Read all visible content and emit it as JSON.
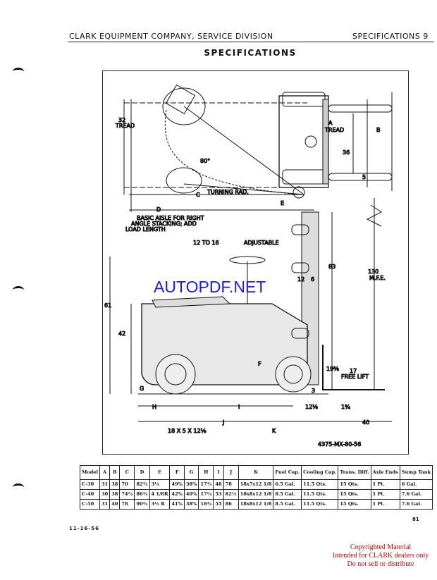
{
  "header": {
    "left": "CLARK EQUIPMENT COMPANY, SERVICE DIVISION",
    "right": "SPECIFICATIONS 9"
  },
  "title": "SPECIFICATIONS",
  "drawing": {
    "labels": {
      "tread_32": "32",
      "tread_32_word": "TREAD",
      "a": "A",
      "a_tread": "TREAD",
      "b": "B",
      "d36": "36",
      "d5": "5",
      "angle": "80°",
      "c": "C",
      "turning_rad": "TURNING RAD.",
      "e": "E",
      "d": "D",
      "aisle1": "BASIC AISLE FOR RIGHT",
      "aisle2": "ANGLE STACKING; ADD",
      "aisle3": "LOAD LENGTH",
      "steer": "12 TO 16",
      "adjustable": "ADJUSTABLE",
      "d83": "83",
      "d130": "130",
      "mfe": "M.F.E.",
      "d12": "12",
      "d6": "6",
      "d61": "61",
      "d42": "42",
      "d19": "19⅜",
      "d17": "17",
      "free_lift": "FREE LIFT",
      "f": "F",
      "g": "G",
      "d3": "3",
      "h": "H",
      "i": "I",
      "d12b": "12⅛",
      "d134": "1¾",
      "j": "J",
      "d40": "40",
      "tire": "18 X 5 X 12⅛",
      "k": "K",
      "drawing_no": "4375-MX-80-56"
    },
    "watermark": "AUTOPDF.NET"
  },
  "table": {
    "headers": [
      "Model",
      "A",
      "B",
      "C",
      "D",
      "E",
      "F",
      "G",
      "H",
      "I",
      "J",
      "K",
      "Fuel Cap.",
      "Cooling Cap.",
      "Trans. Diff.",
      "Axle Ends",
      "Sump Tank"
    ],
    "rows": [
      [
        "C-30",
        "31",
        "38",
        "70",
        "82¾",
        "3¼",
        "49%",
        "38%",
        "17¾",
        "48",
        "78",
        "18x7x12 1/8",
        "6.5 Gal.",
        "11.5 Qts.",
        "15 Qts.",
        "1 Pt.",
        "6 Gal."
      ],
      [
        "C-40",
        "30",
        "38",
        "74½",
        "86¾",
        "4 1/8R",
        "42%",
        "40%",
        "17¼",
        "53",
        "82½",
        "18x8x12 1/8",
        "8.5 Gal.",
        "11.5 Qts.",
        "15 Qts.",
        "1 Pt.",
        "7.6 Gal."
      ],
      [
        "C-50",
        "31",
        "40",
        "78",
        "90¾",
        "3½ R",
        "41%",
        "38%",
        "18¾",
        "55",
        "86",
        "18x8x12 1/8",
        "8.5 Gal.",
        "11.5 Qts.",
        "15 Qts.",
        "1 Pt.",
        "7.6 Gal."
      ]
    ]
  },
  "footer": {
    "date": "11-16-56",
    "page": "81",
    "copyright": [
      "Copyrighted Material",
      "Intended for CLARK dealers only",
      "Do not sell or distribute"
    ]
  }
}
